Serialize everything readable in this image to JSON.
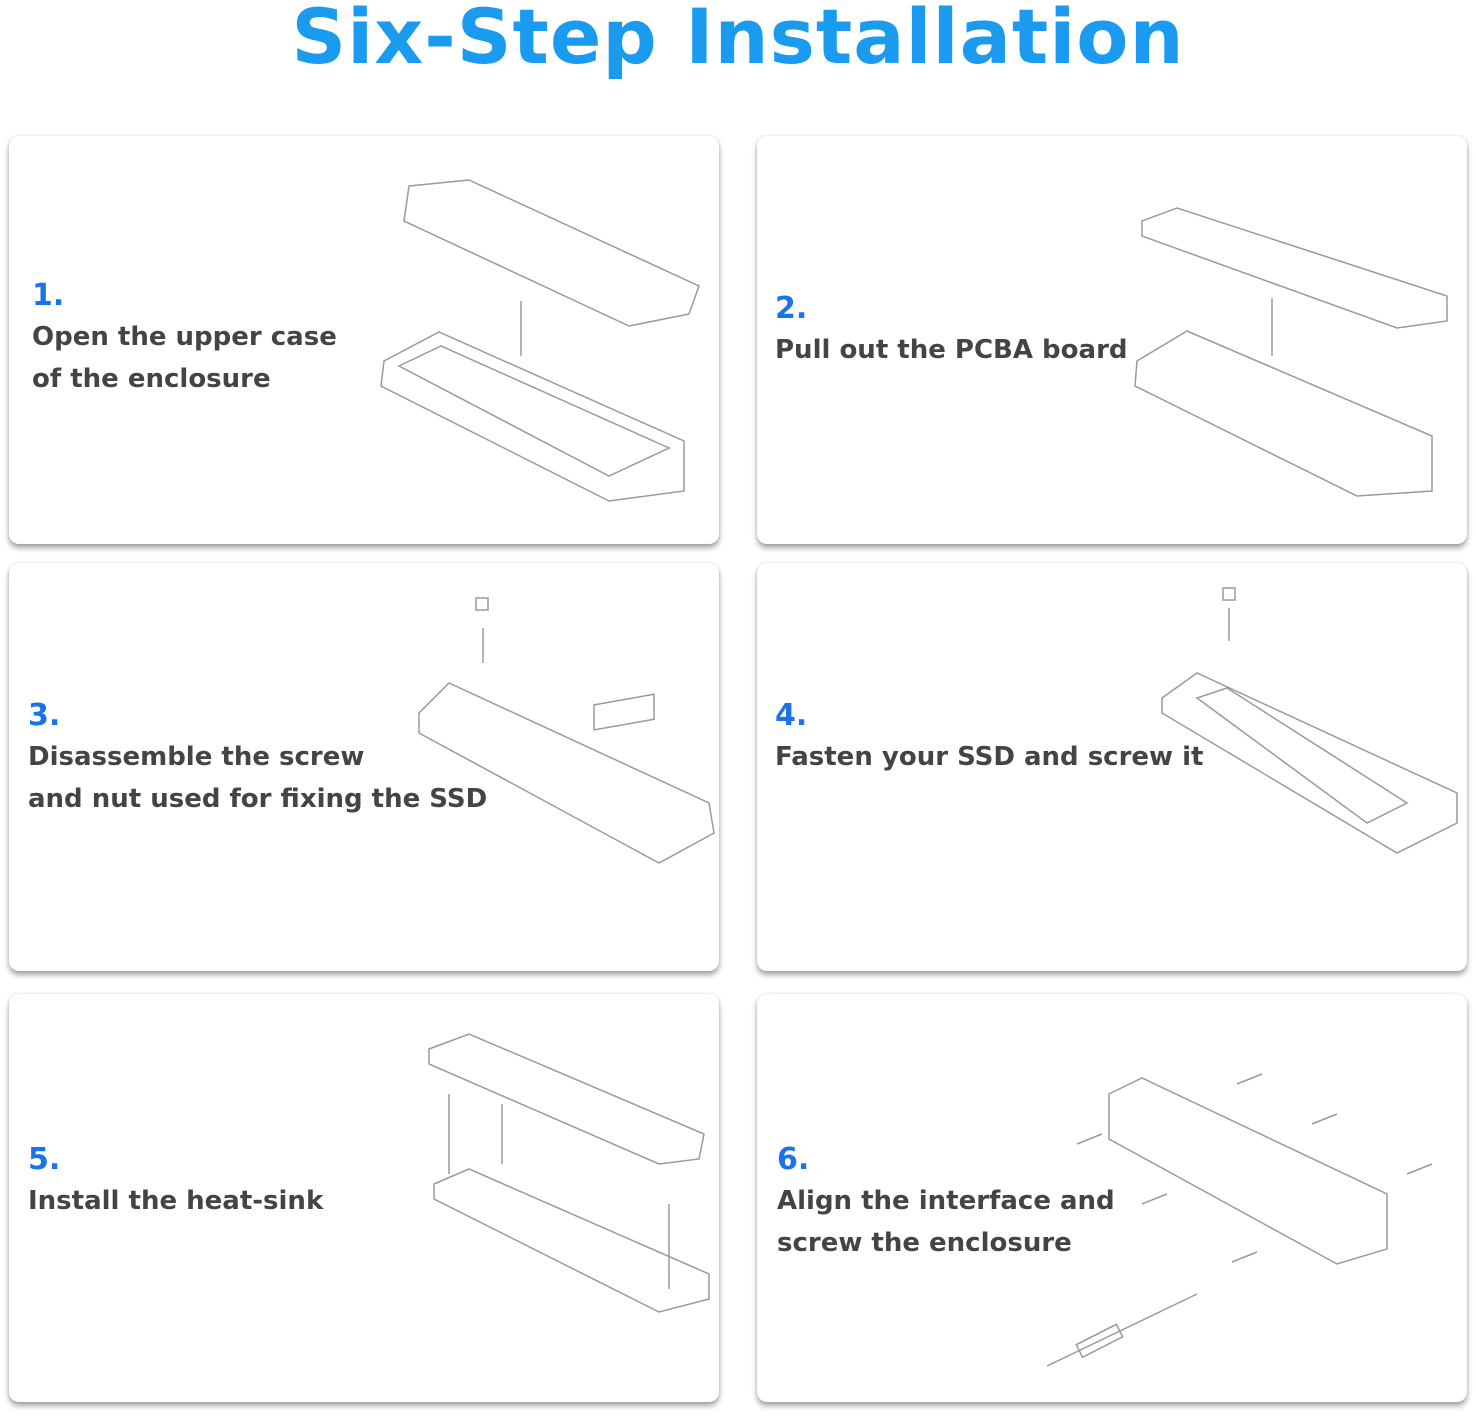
{
  "title": "Six-Step Installation",
  "steps": [
    {
      "number": "1.",
      "lines": [
        "Open the upper case",
        "of the enclosure"
      ]
    },
    {
      "number": "2.",
      "lines": [
        "Pull out the PCBA board"
      ]
    },
    {
      "number": "3.",
      "lines": [
        "Disassemble the screw",
        "and nut used for fixing the SSD"
      ]
    },
    {
      "number": "4.",
      "lines": [
        "Fasten your SSD and screw it"
      ]
    },
    {
      "number": "5.",
      "lines": [
        "Install the heat-sink"
      ]
    },
    {
      "number": "6.",
      "lines": [
        "Align the interface and",
        "screw the enclosure"
      ]
    }
  ],
  "colors": {
    "title": "#1a9bf0",
    "number": "#1a73e8",
    "text": "#444444"
  }
}
